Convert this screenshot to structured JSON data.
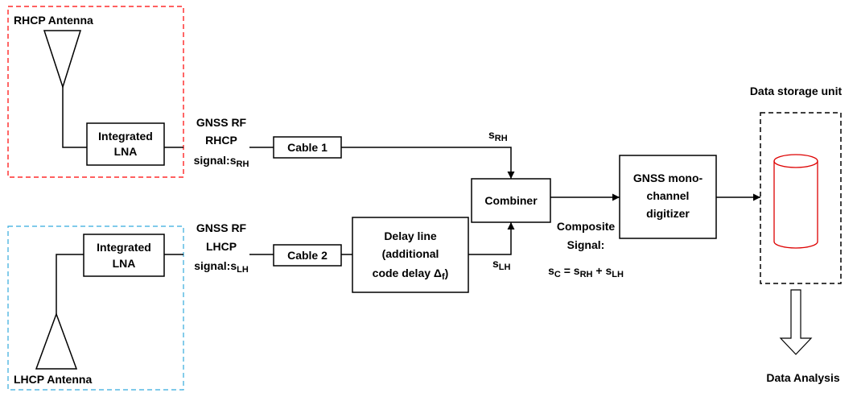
{
  "antennas": {
    "rhcp": {
      "label": "RHCP Antenna",
      "color": "#ff0000"
    },
    "lhcp": {
      "label": "LHCP Antenna",
      "color": "#33aadd"
    }
  },
  "lna": {
    "line1": "Integrated",
    "line2": "LNA"
  },
  "rf_rhcp": {
    "line1": "GNSS RF",
    "line2": "RHCP",
    "line3_prefix": "signal:s",
    "line3_sub": "RH"
  },
  "rf_lhcp": {
    "line1": "GNSS RF",
    "line2": "LHCP",
    "line3_prefix": "signal:s",
    "line3_sub": "LH"
  },
  "cable1": "Cable 1",
  "cable2": "Cable 2",
  "delay": {
    "line1": "Delay line",
    "line2": "(additional",
    "line3": "code delay Δ",
    "line3_sub": "f",
    "line3_end": ")"
  },
  "s_rh": {
    "base": "s",
    "sub": "RH"
  },
  "s_lh": {
    "base": "s",
    "sub": "LH"
  },
  "combiner": "Combiner",
  "composite": {
    "line1": "Composite",
    "line2": "Signal:",
    "eq_s1": "s",
    "eq_sub1": "C",
    "eq_mid": " = s",
    "eq_sub2": "RH",
    "eq_plus": " + s",
    "eq_sub3": "LH"
  },
  "digitizer": {
    "line1": "GNSS mono-",
    "line2": "channel",
    "line3": "digitizer"
  },
  "storage": {
    "label": "Data storage unit",
    "cylinder_color": "#dd0000"
  },
  "analysis": "Data Analysis"
}
